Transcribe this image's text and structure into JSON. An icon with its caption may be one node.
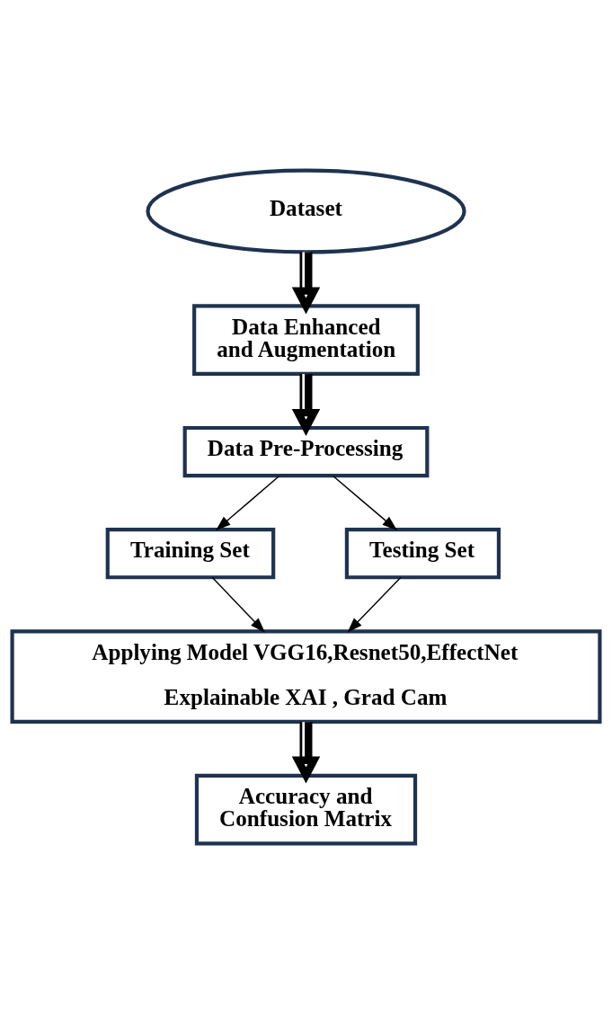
{
  "diagram": {
    "nodes": [
      {
        "text": [
          "Dataset"
        ]
      },
      {
        "text": [
          "Data Enhanced and Augmentation"
        ]
      },
      {
        "text": [
          "Data Pre-Processing"
        ]
      },
      {
        "text": [
          "Training Set"
        ]
      },
      {
        "text": [
          "Testing Set"
        ]
      },
      {
        "text": [
          "Applying Model VGG16,Resnet50,EffectNet",
          "Explainable XAI , Grad Cam"
        ]
      },
      {
        "text": [
          "Accuracy and Confusion Matrix"
        ]
      }
    ],
    "edges": [
      {
        "from": 0,
        "to": 1,
        "arrow": "to",
        "style": "thick"
      },
      {
        "from": 1,
        "to": 2,
        "arrow": "to",
        "style": "thick"
      },
      {
        "from": 2,
        "to": 3,
        "arrow": "to"
      },
      {
        "from": 2,
        "to": 4,
        "arrow": "to"
      },
      {
        "from": 3,
        "to": 5,
        "arrow": "to"
      },
      {
        "from": 4,
        "to": 5,
        "arrow": "to"
      },
      {
        "from": 5,
        "to": 6,
        "arrow": "to",
        "style": "thick"
      }
    ]
  }
}
